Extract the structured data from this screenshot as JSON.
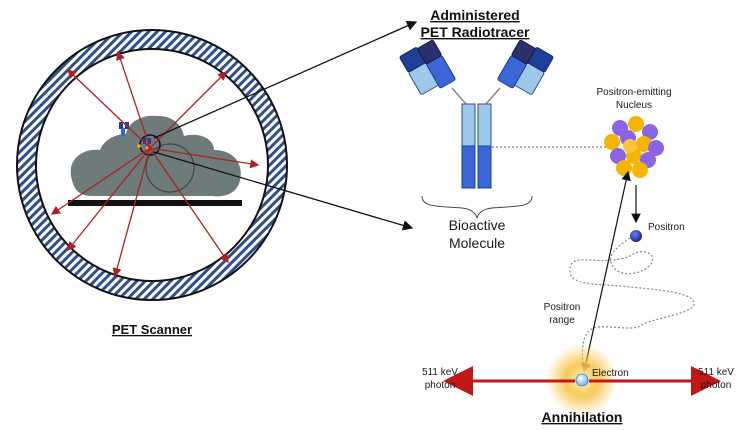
{
  "labels": {
    "scanner_title": "PET Scanner",
    "radiotracer_title_1": "Administered",
    "radiotracer_title_2": "PET Radiotracer",
    "bioactive_1": "Bioactive",
    "bioactive_2": "Molecule",
    "nucleus_1": "Positron-emitting",
    "nucleus_2": "Nucleus",
    "positron": "Positron",
    "range_1": "Positron",
    "range_2": "range",
    "electron": "Electron",
    "photon_left_1": "511 keV",
    "photon_left_2": "photon",
    "photon_right_1": "511 keV",
    "photon_right_2": "photon",
    "annihilation": "Annihilation"
  },
  "colors": {
    "ring_stripe": "#2e4f8c",
    "lor_red": "#b02020",
    "patient_gray": "#6e7b7b",
    "antibody_dark": "#1f3f99",
    "antibody_mid": "#3a66d6",
    "antibody_light": "#9ec8ea",
    "nucleus_gold": "#f5b400",
    "nucleus_purple": "#8a66e6",
    "positron_blue": "#1f2fa8",
    "glow_orange": "#f8c040",
    "photon_red": "#c01818"
  }
}
